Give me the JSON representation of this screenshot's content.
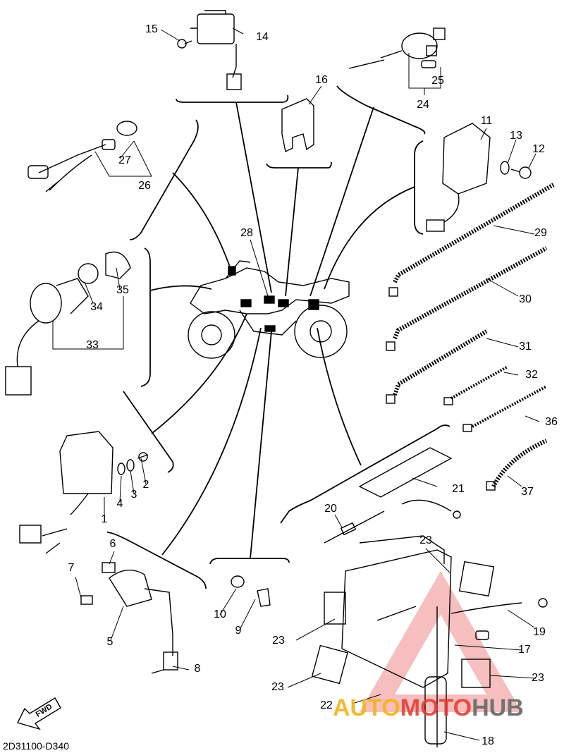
{
  "diagram": {
    "drawing_code": "2D31100-D340",
    "fwd_label": "FWD",
    "watermark": {
      "part1": "AUTO",
      "part2": "MOTO",
      "part3": "HUB"
    },
    "callouts": [
      {
        "id": "1",
        "label": "1"
      },
      {
        "id": "2",
        "label": "2"
      },
      {
        "id": "3",
        "label": "3"
      },
      {
        "id": "4",
        "label": "4"
      },
      {
        "id": "5",
        "label": "5"
      },
      {
        "id": "6",
        "label": "6"
      },
      {
        "id": "7",
        "label": "7"
      },
      {
        "id": "8",
        "label": "8"
      },
      {
        "id": "9",
        "label": "9"
      },
      {
        "id": "10",
        "label": "10"
      },
      {
        "id": "11",
        "label": "11"
      },
      {
        "id": "12",
        "label": "12"
      },
      {
        "id": "13",
        "label": "13"
      },
      {
        "id": "14",
        "label": "14"
      },
      {
        "id": "15",
        "label": "15"
      },
      {
        "id": "16",
        "label": "16"
      },
      {
        "id": "17",
        "label": "17"
      },
      {
        "id": "18",
        "label": "18"
      },
      {
        "id": "19",
        "label": "19"
      },
      {
        "id": "20",
        "label": "20"
      },
      {
        "id": "21",
        "label": "21"
      },
      {
        "id": "22",
        "label": "22"
      },
      {
        "id": "23a",
        "label": "23"
      },
      {
        "id": "23b",
        "label": "23"
      },
      {
        "id": "23c",
        "label": "23"
      },
      {
        "id": "23d",
        "label": "23"
      },
      {
        "id": "23e",
        "label": "23"
      },
      {
        "id": "24",
        "label": "24"
      },
      {
        "id": "25",
        "label": "25"
      },
      {
        "id": "26",
        "label": "26"
      },
      {
        "id": "27",
        "label": "27"
      },
      {
        "id": "28",
        "label": "28"
      },
      {
        "id": "29",
        "label": "29"
      },
      {
        "id": "30",
        "label": "30"
      },
      {
        "id": "31",
        "label": "31"
      },
      {
        "id": "32",
        "label": "32"
      },
      {
        "id": "33",
        "label": "33"
      },
      {
        "id": "34",
        "label": "34"
      },
      {
        "id": "35",
        "label": "35"
      },
      {
        "id": "36",
        "label": "36"
      },
      {
        "id": "37",
        "label": "37"
      }
    ]
  }
}
